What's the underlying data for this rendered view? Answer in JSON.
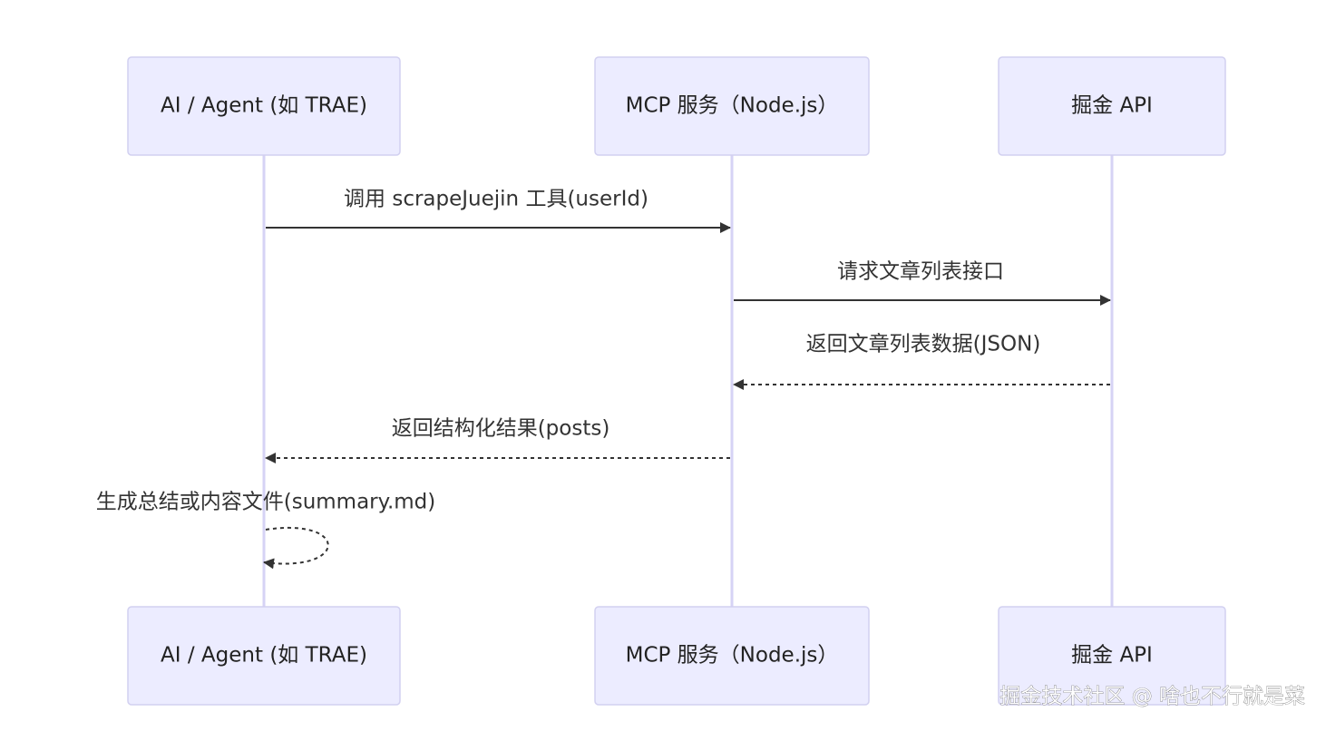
{
  "participants": [
    {
      "id": "agent",
      "label": "AI / Agent (如 TRAE)"
    },
    {
      "id": "mcp",
      "label": "MCP 服务（Node.js）"
    },
    {
      "id": "juejin",
      "label": "掘金 API"
    }
  ],
  "messages": [
    {
      "from": "agent",
      "to": "mcp",
      "label": "调用 scrapeJuejin 工具(userId)",
      "style": "solid"
    },
    {
      "from": "mcp",
      "to": "juejin",
      "label": "请求文章列表接口",
      "style": "solid"
    },
    {
      "from": "juejin",
      "to": "mcp",
      "label": "返回文章列表数据(JSON)",
      "style": "dashed"
    },
    {
      "from": "mcp",
      "to": "agent",
      "label": "返回结构化结果(posts)",
      "style": "dashed"
    },
    {
      "from": "agent",
      "to": "agent",
      "label": "生成总结或内容文件(summary.md)",
      "style": "dashed"
    }
  ],
  "watermark": "掘金技术社区 @ 啥也不行就是菜",
  "colors": {
    "actor_fill": "#ECECFF",
    "actor_stroke": "#D2D0F0",
    "lifeline": "#D6D3F5",
    "arrow": "#333333"
  }
}
